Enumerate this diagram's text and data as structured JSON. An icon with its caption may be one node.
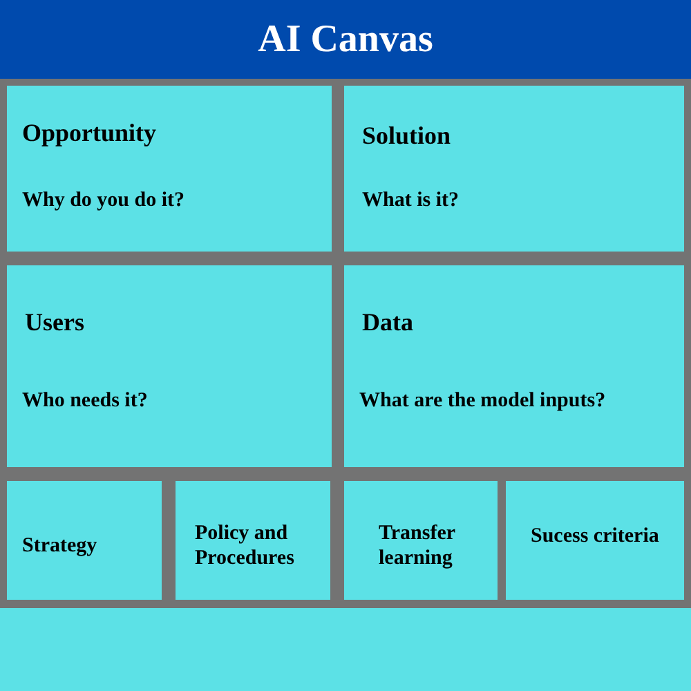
{
  "diagram": {
    "title": "AI Canvas",
    "nodes": [
      {
        "text": [
          "Opportunity",
          "Why do you do it?"
        ]
      },
      {
        "text": [
          "Solution",
          "What is it?"
        ]
      },
      {
        "text": [
          "Users",
          "Who needs it?"
        ]
      },
      {
        "text": [
          "Data",
          "What are the model inputs?"
        ]
      },
      {
        "text": [
          "Strategy"
        ]
      },
      {
        "text": [
          "Policy and Procedures"
        ]
      },
      {
        "text": [
          "Transfer learning"
        ]
      },
      {
        "text": [
          "Sucess criteria"
        ]
      }
    ]
  }
}
